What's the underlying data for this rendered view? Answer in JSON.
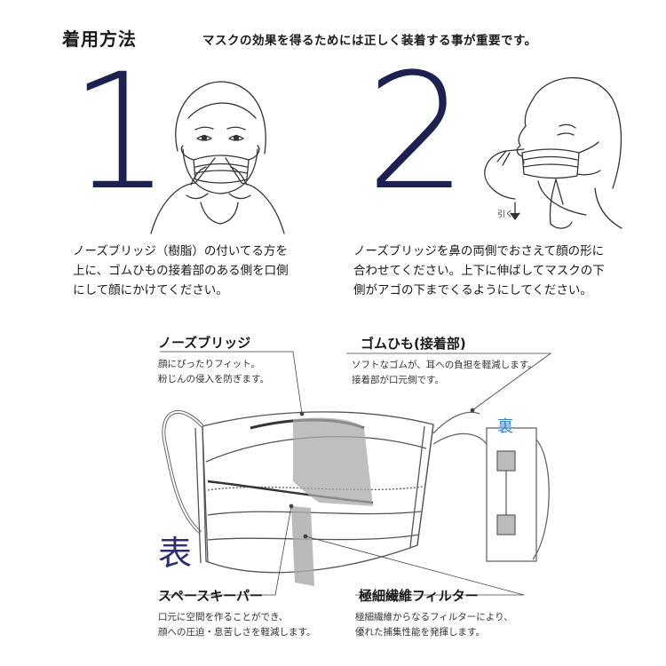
{
  "header": {
    "title": "着用方法",
    "subtitle": "マスクの効果を得るためには正しく装着する事が重要です。"
  },
  "steps": [
    {
      "number": "1",
      "lines": [
        "ノーズブリッジ（樹脂）の付いてる方を",
        "上に、ゴムひもの接着部のある側を口側",
        "にして顔にかけてください。"
      ]
    },
    {
      "number": "2",
      "lines": [
        "ノーズブリッジを鼻の両側でおさえて顔の形に",
        "合わせてください。上下に伸ばしてマスクの下",
        "側がアゴの下までくるようにしてください。"
      ],
      "arrow_label": "引く"
    }
  ],
  "diagram": {
    "front_label": "表",
    "back_label": "裏",
    "callouts": {
      "nose_bridge": {
        "title": "ノーズブリッジ",
        "lines": [
          "顔にぴったりフィット。",
          "粉じんの侵入を防ぎます。"
        ]
      },
      "ear_loop": {
        "title": "ゴムひも(接着部)",
        "lines": [
          "ソフトなゴムが、耳への負担を軽減します。",
          "接着部が口元側です。"
        ]
      },
      "space_keeper": {
        "title": "スペースキーパー",
        "lines": [
          "口元に空間を作ることができ、",
          "顔への圧迫・息苦しさを軽減します。"
        ]
      },
      "filter": {
        "title": "極細繊維フィルター",
        "lines": [
          "極細繊維からなるフィルターにより、",
          "優れた捕集性能を発揮します。"
        ]
      }
    }
  }
}
